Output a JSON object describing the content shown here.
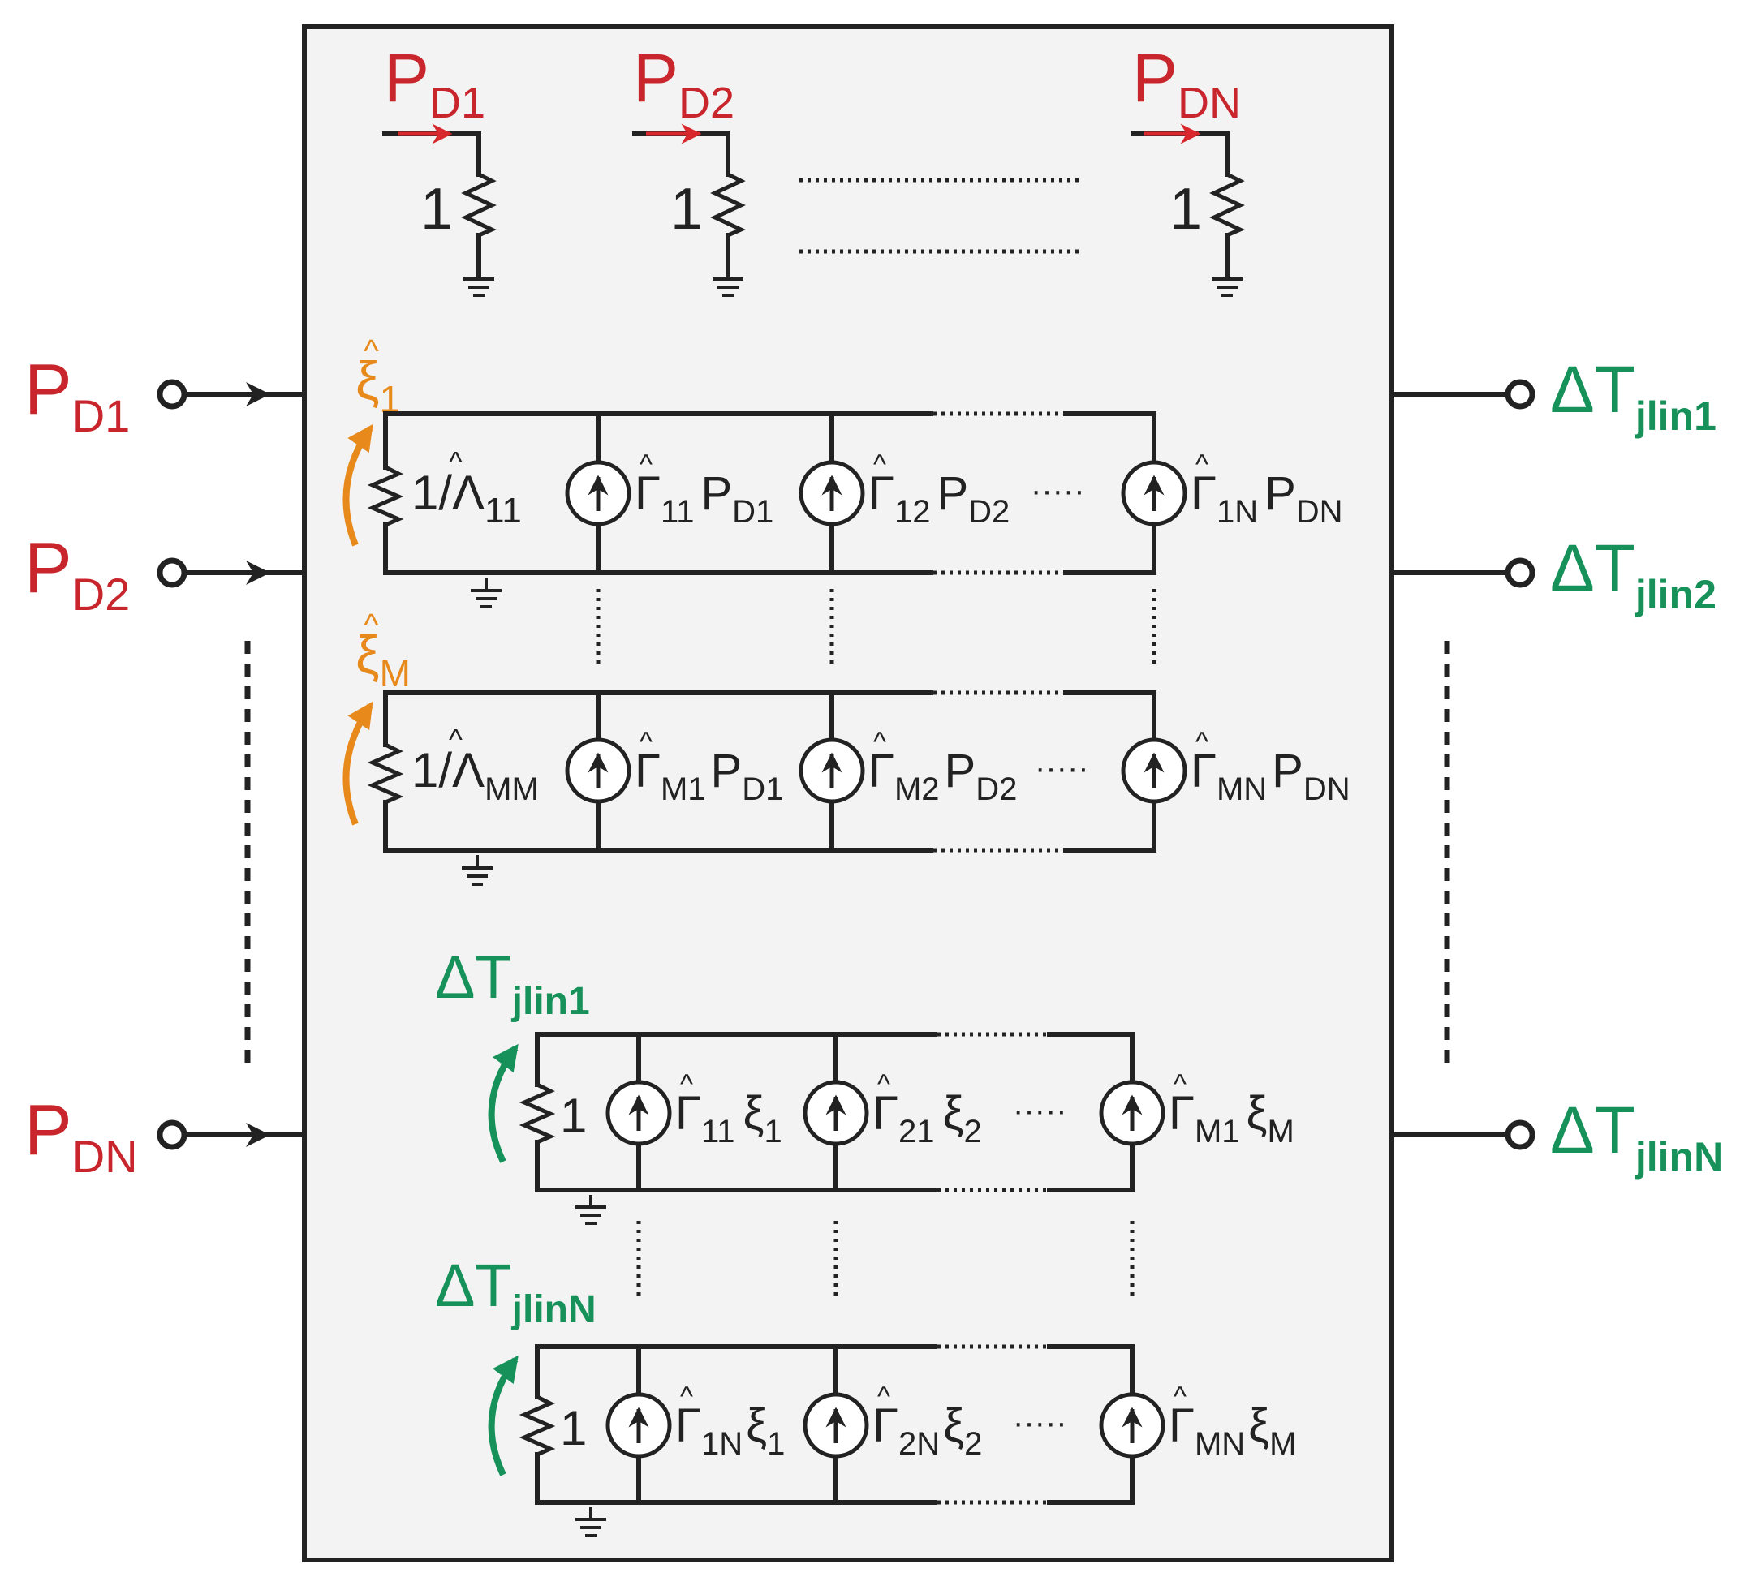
{
  "colors": {
    "input_red": "#c8252c",
    "output_green": "#17915a",
    "foster_orange": "#e8891c",
    "wire": "#222222",
    "box_fill": "#f3f3f3"
  },
  "glyphs": {
    "hat": "^",
    "ellipsis": "·····"
  },
  "inputs": [
    {
      "main": "P",
      "sub": "D1"
    },
    {
      "main": "P",
      "sub": "D2"
    },
    {
      "main": "P",
      "sub": "DN"
    }
  ],
  "outputs": [
    {
      "main": "ΔT",
      "sub": "jlin1"
    },
    {
      "main": "ΔT",
      "sub": "jlin2"
    },
    {
      "main": "ΔT",
      "sub": "jlinN"
    }
  ],
  "power_resistors": [
    {
      "main": "P",
      "sub": "D1",
      "value": "1"
    },
    {
      "main": "P",
      "sub": "D2",
      "value": "1"
    },
    {
      "main": "P",
      "sub": "DN",
      "value": "1"
    }
  ],
  "modal_networks": [
    {
      "node": {
        "main": "ξ",
        "sub": "1"
      },
      "resistor": {
        "prefix": "1/",
        "main": "Λ",
        "sub": "11"
      },
      "sources": [
        {
          "main": "Γ",
          "sub": "11",
          "factor": "P",
          "factor_sub": "D1"
        },
        {
          "main": "Γ",
          "sub": "12",
          "factor": "P",
          "factor_sub": "D2"
        },
        {
          "main": "Γ",
          "sub": "1N",
          "factor": "P",
          "factor_sub": "DN"
        }
      ]
    },
    {
      "node": {
        "main": "ξ",
        "sub": "M"
      },
      "resistor": {
        "prefix": "1/",
        "main": "Λ",
        "sub": "MM"
      },
      "sources": [
        {
          "main": "Γ",
          "sub": "M1",
          "factor": "P",
          "factor_sub": "D1"
        },
        {
          "main": "Γ",
          "sub": "M2",
          "factor": "P",
          "factor_sub": "D2"
        },
        {
          "main": "Γ",
          "sub": "MN",
          "factor": "P",
          "factor_sub": "DN"
        }
      ]
    }
  ],
  "temperature_networks": [
    {
      "node": {
        "main": "ΔT",
        "sub": "jlin1"
      },
      "resistor": {
        "value": "1"
      },
      "sources": [
        {
          "main": "Γ",
          "sub": "11",
          "factor": "ξ",
          "factor_sub": "1"
        },
        {
          "main": "Γ",
          "sub": "21",
          "factor": "ξ",
          "factor_sub": "2"
        },
        {
          "main": "Γ",
          "sub": "M1",
          "factor": "ξ",
          "factor_sub": "M"
        }
      ]
    },
    {
      "node": {
        "main": "ΔT",
        "sub": "jlinN"
      },
      "resistor": {
        "value": "1"
      },
      "sources": [
        {
          "main": "Γ",
          "sub": "1N",
          "factor": "ξ",
          "factor_sub": "1"
        },
        {
          "main": "Γ",
          "sub": "2N",
          "factor": "ξ",
          "factor_sub": "2"
        },
        {
          "main": "Γ",
          "sub": "MN",
          "factor": "ξ",
          "factor_sub": "M"
        }
      ]
    }
  ]
}
